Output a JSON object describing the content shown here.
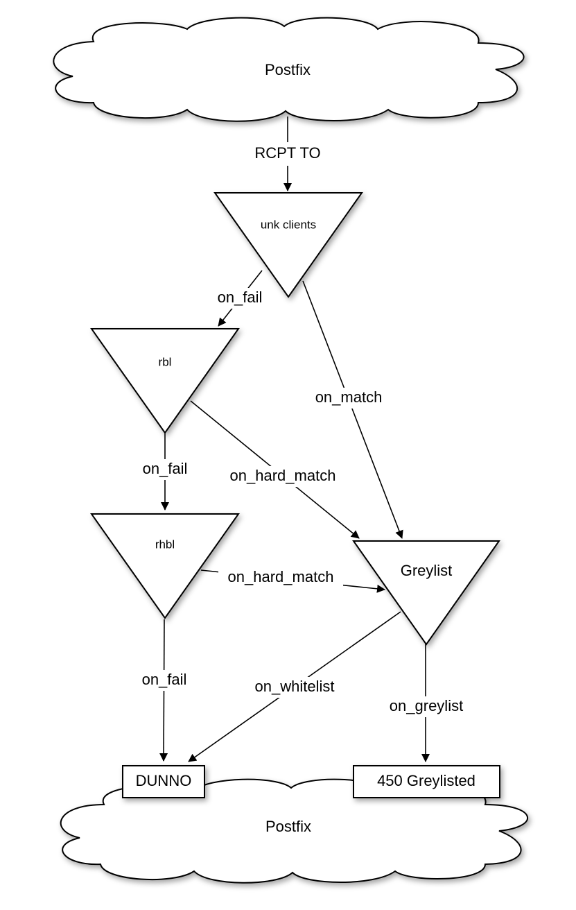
{
  "nodes": {
    "postfix_top": {
      "label": "Postfix"
    },
    "unk_clients": {
      "label": "unk clients"
    },
    "rbl": {
      "label": "rbl"
    },
    "rhbl": {
      "label": "rhbl"
    },
    "greylist": {
      "label": "Greylist"
    },
    "dunno": {
      "label": "DUNNO"
    },
    "greylisted_450": {
      "label": "450 Greylisted"
    },
    "postfix_bottom": {
      "label": "Postfix"
    }
  },
  "edges": {
    "rcpt_to": {
      "label": "RCPT TO"
    },
    "unk_on_fail": {
      "label": "on_fail"
    },
    "unk_on_match": {
      "label": "on_match"
    },
    "rbl_on_fail": {
      "label": "on_fail"
    },
    "rbl_on_hard_match": {
      "label": "on_hard_match"
    },
    "rhbl_on_hard_match": {
      "label": "on_hard_match"
    },
    "rhbl_on_fail": {
      "label": "on_fail"
    },
    "greylist_on_whitelist": {
      "label": "on_whitelist"
    },
    "greylist_on_greylist": {
      "label": "on_greylist"
    }
  }
}
